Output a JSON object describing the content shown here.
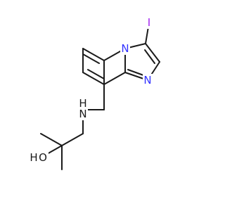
{
  "colors": {
    "carbon_bond": "#1a1a1a",
    "nitrogen": "#3333ff",
    "oxygen": "#ff2a2a",
    "iodine": "#a020f0"
  },
  "atom_labels": {
    "iodine": "I",
    "ring_n_bridgehead": "N",
    "ring_n_imine": "N",
    "amine_n": "N",
    "amine_h": "H",
    "hydroxyl_o": "O",
    "hydroxyl_h": "H"
  }
}
